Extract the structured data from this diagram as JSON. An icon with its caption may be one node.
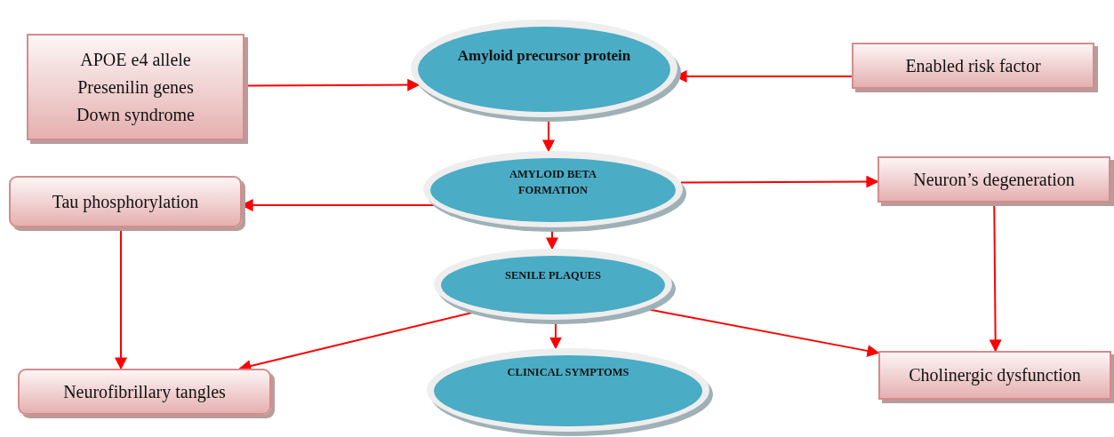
{
  "diagram": {
    "nodes": [
      {
        "text": [
          "APOE e4 allele",
          "Presenilin genes",
          "Down syndrome"
        ]
      },
      {
        "text": [
          "Amyloid precursor protein"
        ]
      },
      {
        "text": [
          "Enabled risk factor"
        ]
      },
      {
        "text": [
          "Tau phosphorylation"
        ]
      },
      {
        "text": [
          "AMYLOID BETA FORMATION"
        ]
      },
      {
        "text": [
          "Neuron’s degeneration"
        ]
      },
      {
        "text": [
          "SENILE PLAQUES"
        ]
      },
      {
        "text": [
          "Neurofibrillary tangles"
        ]
      },
      {
        "text": [
          "CLINICAL SYMPTOMS"
        ]
      },
      {
        "text": [
          "Cholinergic dysfunction"
        ]
      }
    ],
    "edges": [
      {
        "from": 0,
        "to": 1,
        "arrow": "to"
      },
      {
        "from": 2,
        "to": 1,
        "arrow": "to"
      },
      {
        "from": 1,
        "to": 4,
        "arrow": "to"
      },
      {
        "from": 4,
        "to": 3,
        "arrow": "to"
      },
      {
        "from": 4,
        "to": 5,
        "arrow": "to"
      },
      {
        "from": 4,
        "to": 6,
        "arrow": "to"
      },
      {
        "from": 3,
        "to": 7,
        "arrow": "to"
      },
      {
        "from": 6,
        "to": 7,
        "arrow": "to"
      },
      {
        "from": 6,
        "to": 8,
        "arrow": "to"
      },
      {
        "from": 6,
        "to": 9,
        "arrow": "to"
      },
      {
        "from": 5,
        "to": 9,
        "arrow": "to"
      }
    ]
  }
}
